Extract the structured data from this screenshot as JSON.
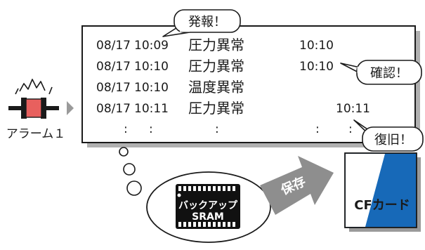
{
  "alarm_log": {
    "rows": [
      {
        "date": "08/17",
        "time": "10:09",
        "event": "圧力異常",
        "recovered": "10:10"
      },
      {
        "date": "08/17",
        "time": "10:10",
        "event": "圧力異常",
        "recovered": "10:10"
      },
      {
        "date": "08/17",
        "time": "10:10",
        "event": "温度異常",
        "recovered": ""
      },
      {
        "date": "08/17",
        "time": "10:11",
        "event": "圧力異常",
        "recovered": "10:11"
      }
    ],
    "continuation": [
      ":",
      ":",
      ":",
      ":",
      ":"
    ]
  },
  "callouts": {
    "occurred": "発報！",
    "acknowledged": "確認！",
    "recovered": "復旧！"
  },
  "alarm_device": {
    "label": "アラーム１"
  },
  "sram": {
    "line1": "バックアップ",
    "line2": "SRAM"
  },
  "save_arrow": {
    "label": "保存"
  },
  "cf_card": {
    "label": "CFカード"
  },
  "colors": {
    "alarm_red": "#e8605e",
    "cf_blue": "#1769b8",
    "arrow_gray": "#8e8e8e",
    "chip_black": "#111111"
  }
}
